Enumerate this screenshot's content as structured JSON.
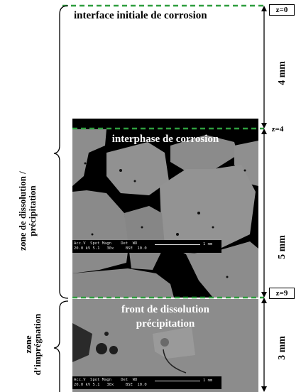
{
  "labels": {
    "interface_top": "interface initiale de corrosion",
    "interphase": "interphase de corrosion",
    "front_line1": "front de dissolution",
    "front_line2": "précipitation",
    "zone_dissolution_line1": "zone de dissolution /",
    "zone_dissolution_line2": "précipitation",
    "zone_impregnation_line1": "zone",
    "zone_impregnation_line2": "d’imprégnation"
  },
  "depth_markers": {
    "z0": "z=0",
    "z4": "z=4",
    "z9": "z=9"
  },
  "thickness": {
    "upper": "4 mm",
    "middle": "5 mm",
    "lower": "3 mm"
  },
  "sem_caption": {
    "header": "Acc.V  Spot Magn    Det  WD",
    "values": "20.0 kV 5.1   30x     BSE  10.0",
    "scale": "1 mm"
  },
  "colors": {
    "dashed_line": "#2e9e3e",
    "sem_background": "#000000",
    "sem_material": "#8a8a8a"
  }
}
